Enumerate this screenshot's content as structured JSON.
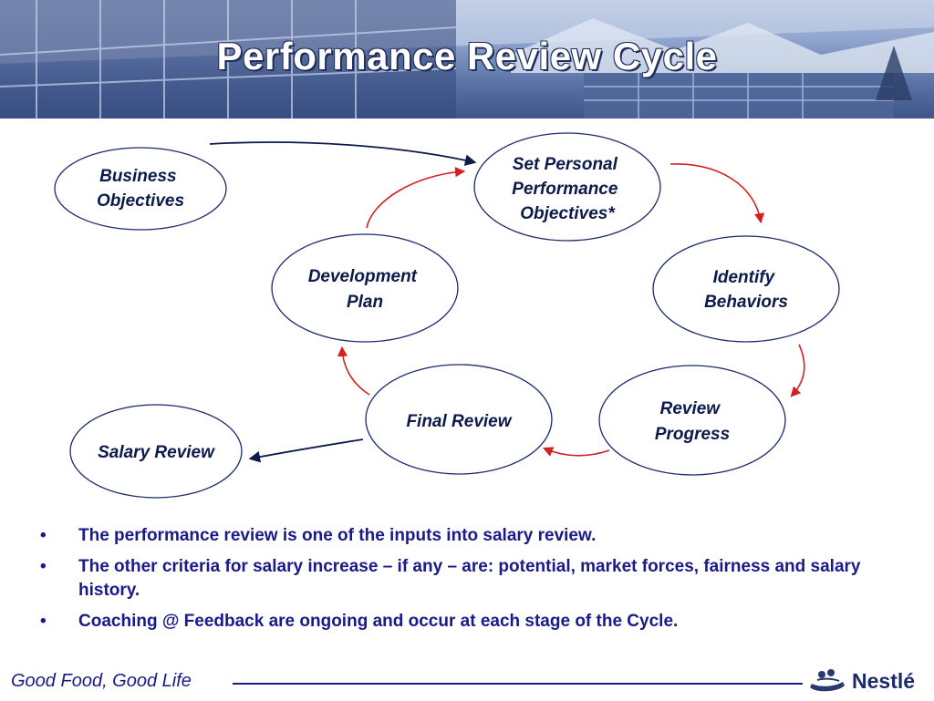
{
  "title": "Performance Review Cycle",
  "nodes": {
    "business_objectives": [
      "Business",
      "Objectives"
    ],
    "set_objectives": [
      "Set Personal",
      "Performance",
      "Objectives*"
    ],
    "identify_behaviors": [
      "Identify",
      "Behaviors"
    ],
    "review_progress": [
      "Review",
      "Progress"
    ],
    "final_review": [
      "Final Review"
    ],
    "development_plan": [
      "Development",
      "Plan"
    ],
    "salary_review": [
      "Salary Review"
    ]
  },
  "bullets": [
    "The performance review is one of the inputs into salary review.",
    "The other criteria for salary increase – if any – are: potential, market forces, fairness and salary history.",
    "Coaching @ Feedback are ongoing and occur at each stage of the Cycle."
  ],
  "footer": {
    "slogan": "Good Food, Good Life",
    "brand": "Nestlé"
  },
  "colors": {
    "cycle_arrow": "#d42020",
    "link_arrow": "#0c1a4a",
    "text": "#1a1a8a"
  },
  "icons": [
    "nest-logo-icon"
  ]
}
